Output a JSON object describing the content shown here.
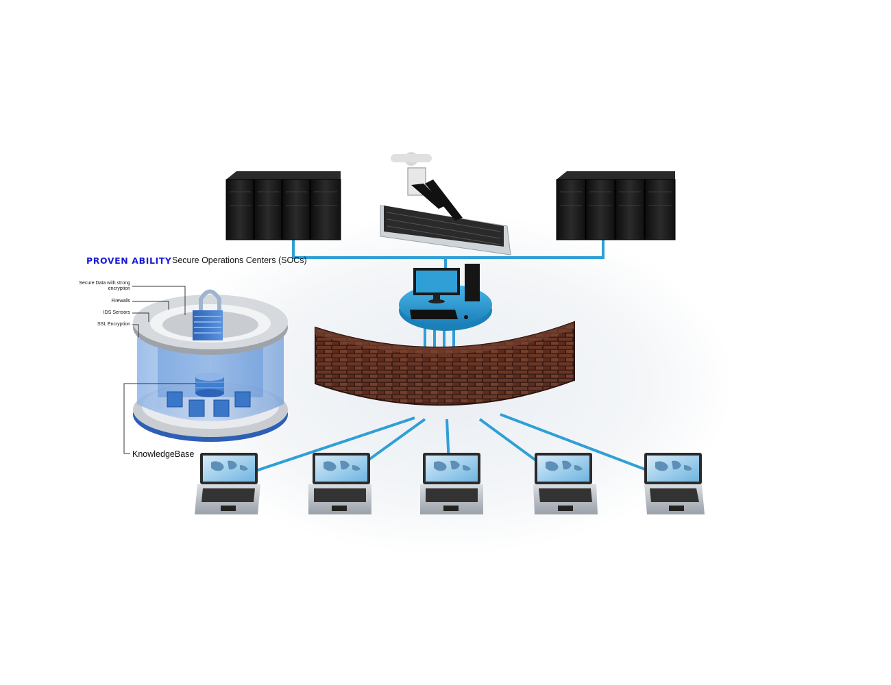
{
  "diagram": {
    "heading": {
      "brand": "PROVEN ABILITY",
      "title": "Secure Operations Centers (SOCs)"
    },
    "callouts": {
      "secure_data": "Secure Data with strong encryption",
      "firewalls": "Firewalls",
      "ids_sensors": "IDS Sensors",
      "ssl_encryption": "SSL Encryption",
      "knowledge_base": "KnowledgeBase"
    },
    "colors": {
      "brand": "#1a1ad6",
      "connector": "#2f9fd6",
      "brick": "#5a2e22",
      "server": "#1c1c1c",
      "vault_blue": "#3f7fd0"
    },
    "icons": [
      "server-rack-icon",
      "keyboard-runner-icon",
      "workstation-icon",
      "firewall-wall-icon",
      "laptop-icon",
      "padlock-icon",
      "database-icon",
      "data-cube-icon"
    ]
  }
}
